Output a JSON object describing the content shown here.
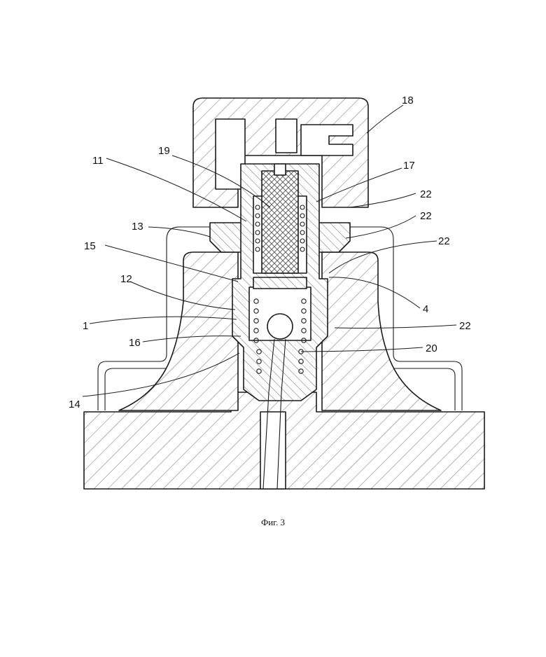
{
  "figure": {
    "caption": "Фиг. 3",
    "reference_numerals": [
      "18",
      "19",
      "17",
      "11",
      "22",
      "22",
      "13",
      "22",
      "15",
      "12",
      "4",
      "1",
      "22",
      "16",
      "20",
      "14"
    ]
  }
}
